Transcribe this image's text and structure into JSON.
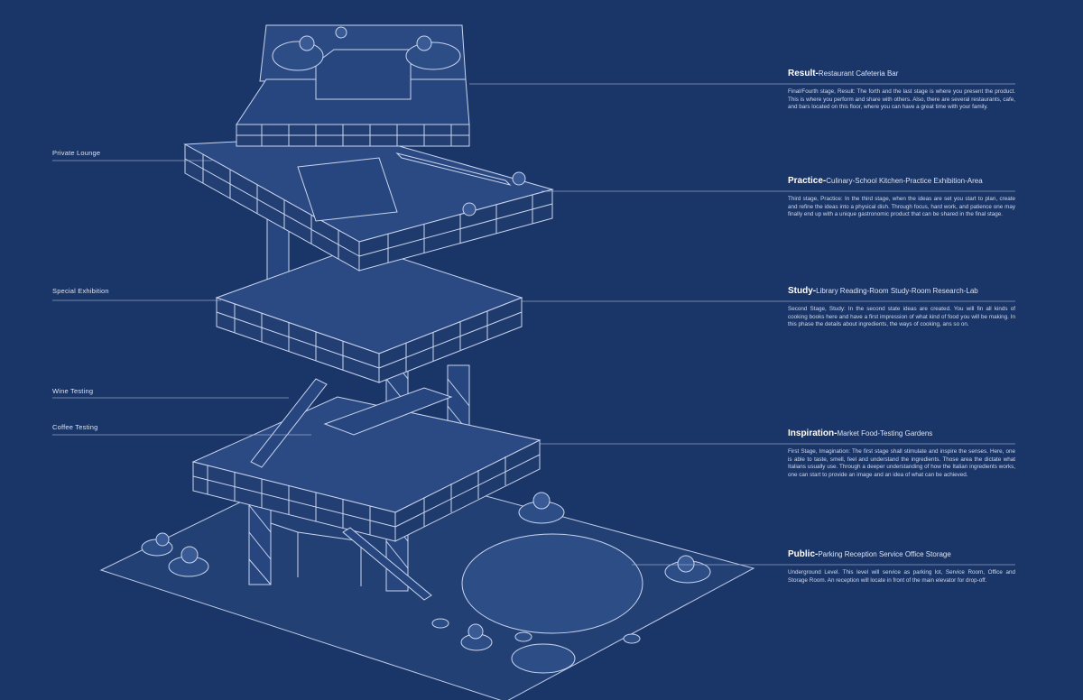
{
  "labels_left": [
    "Private Lounge",
    "Special Exhibition",
    "Wine Testing",
    "Coffee Testing"
  ],
  "stages": [
    {
      "name": "Result-",
      "program": "Restaurant Cafeteria Bar",
      "description": "Final/Fourth stage, Result: The forth and the last stage is where you present the product. This is where you perform and share with others. Also, there are several restaurants, cafe, and bars located on this floor, where you can have a great time with your family."
    },
    {
      "name": "Practice-",
      "program": "Culinary-School Kitchen-Practice Exhibition-Area",
      "description": "Third stage, Practice: In the third stage, when the ideas are set you start to plan, create and refine the ideas into a physical dish. Through focus, hard work, and patience one may finally end up with a unique gastronomic product that can be shared in the final stage."
    },
    {
      "name": "Study-",
      "program": "Library Reading-Room Study-Room Research-Lab",
      "description": "Second Stage, Study: In the second state ideas are created. You will fin all kinds of cooking books here and have a first impression of what kind of food you will be making. In this phase the details about ingredients, the ways of cooking, ans so on."
    },
    {
      "name": "Inspiration-",
      "program": "Market Food-Testing Gardens",
      "description": "First Stage, Imagination: The first stage shall stimulate and inspire the senses. Here, one is able to taste, smell, feel and understand the ingredients. Those area the dictate what Italians usually use. Through a deeper understanding of how the Italian ingredients works, one can start to provide an image and an idea of what can be achieved."
    },
    {
      "name": "Public-",
      "program": "Parking Reception Service Office Storage",
      "description": "Underground Level. This level will service as parking lot, Service Room, Office and Storage Room. An reception will locate in front of the main elevator for drop-off."
    }
  ],
  "colors": {
    "background": "#1a3568",
    "line": "#c9d5ee",
    "fill": "#27457e",
    "accent": "#ffffff"
  }
}
